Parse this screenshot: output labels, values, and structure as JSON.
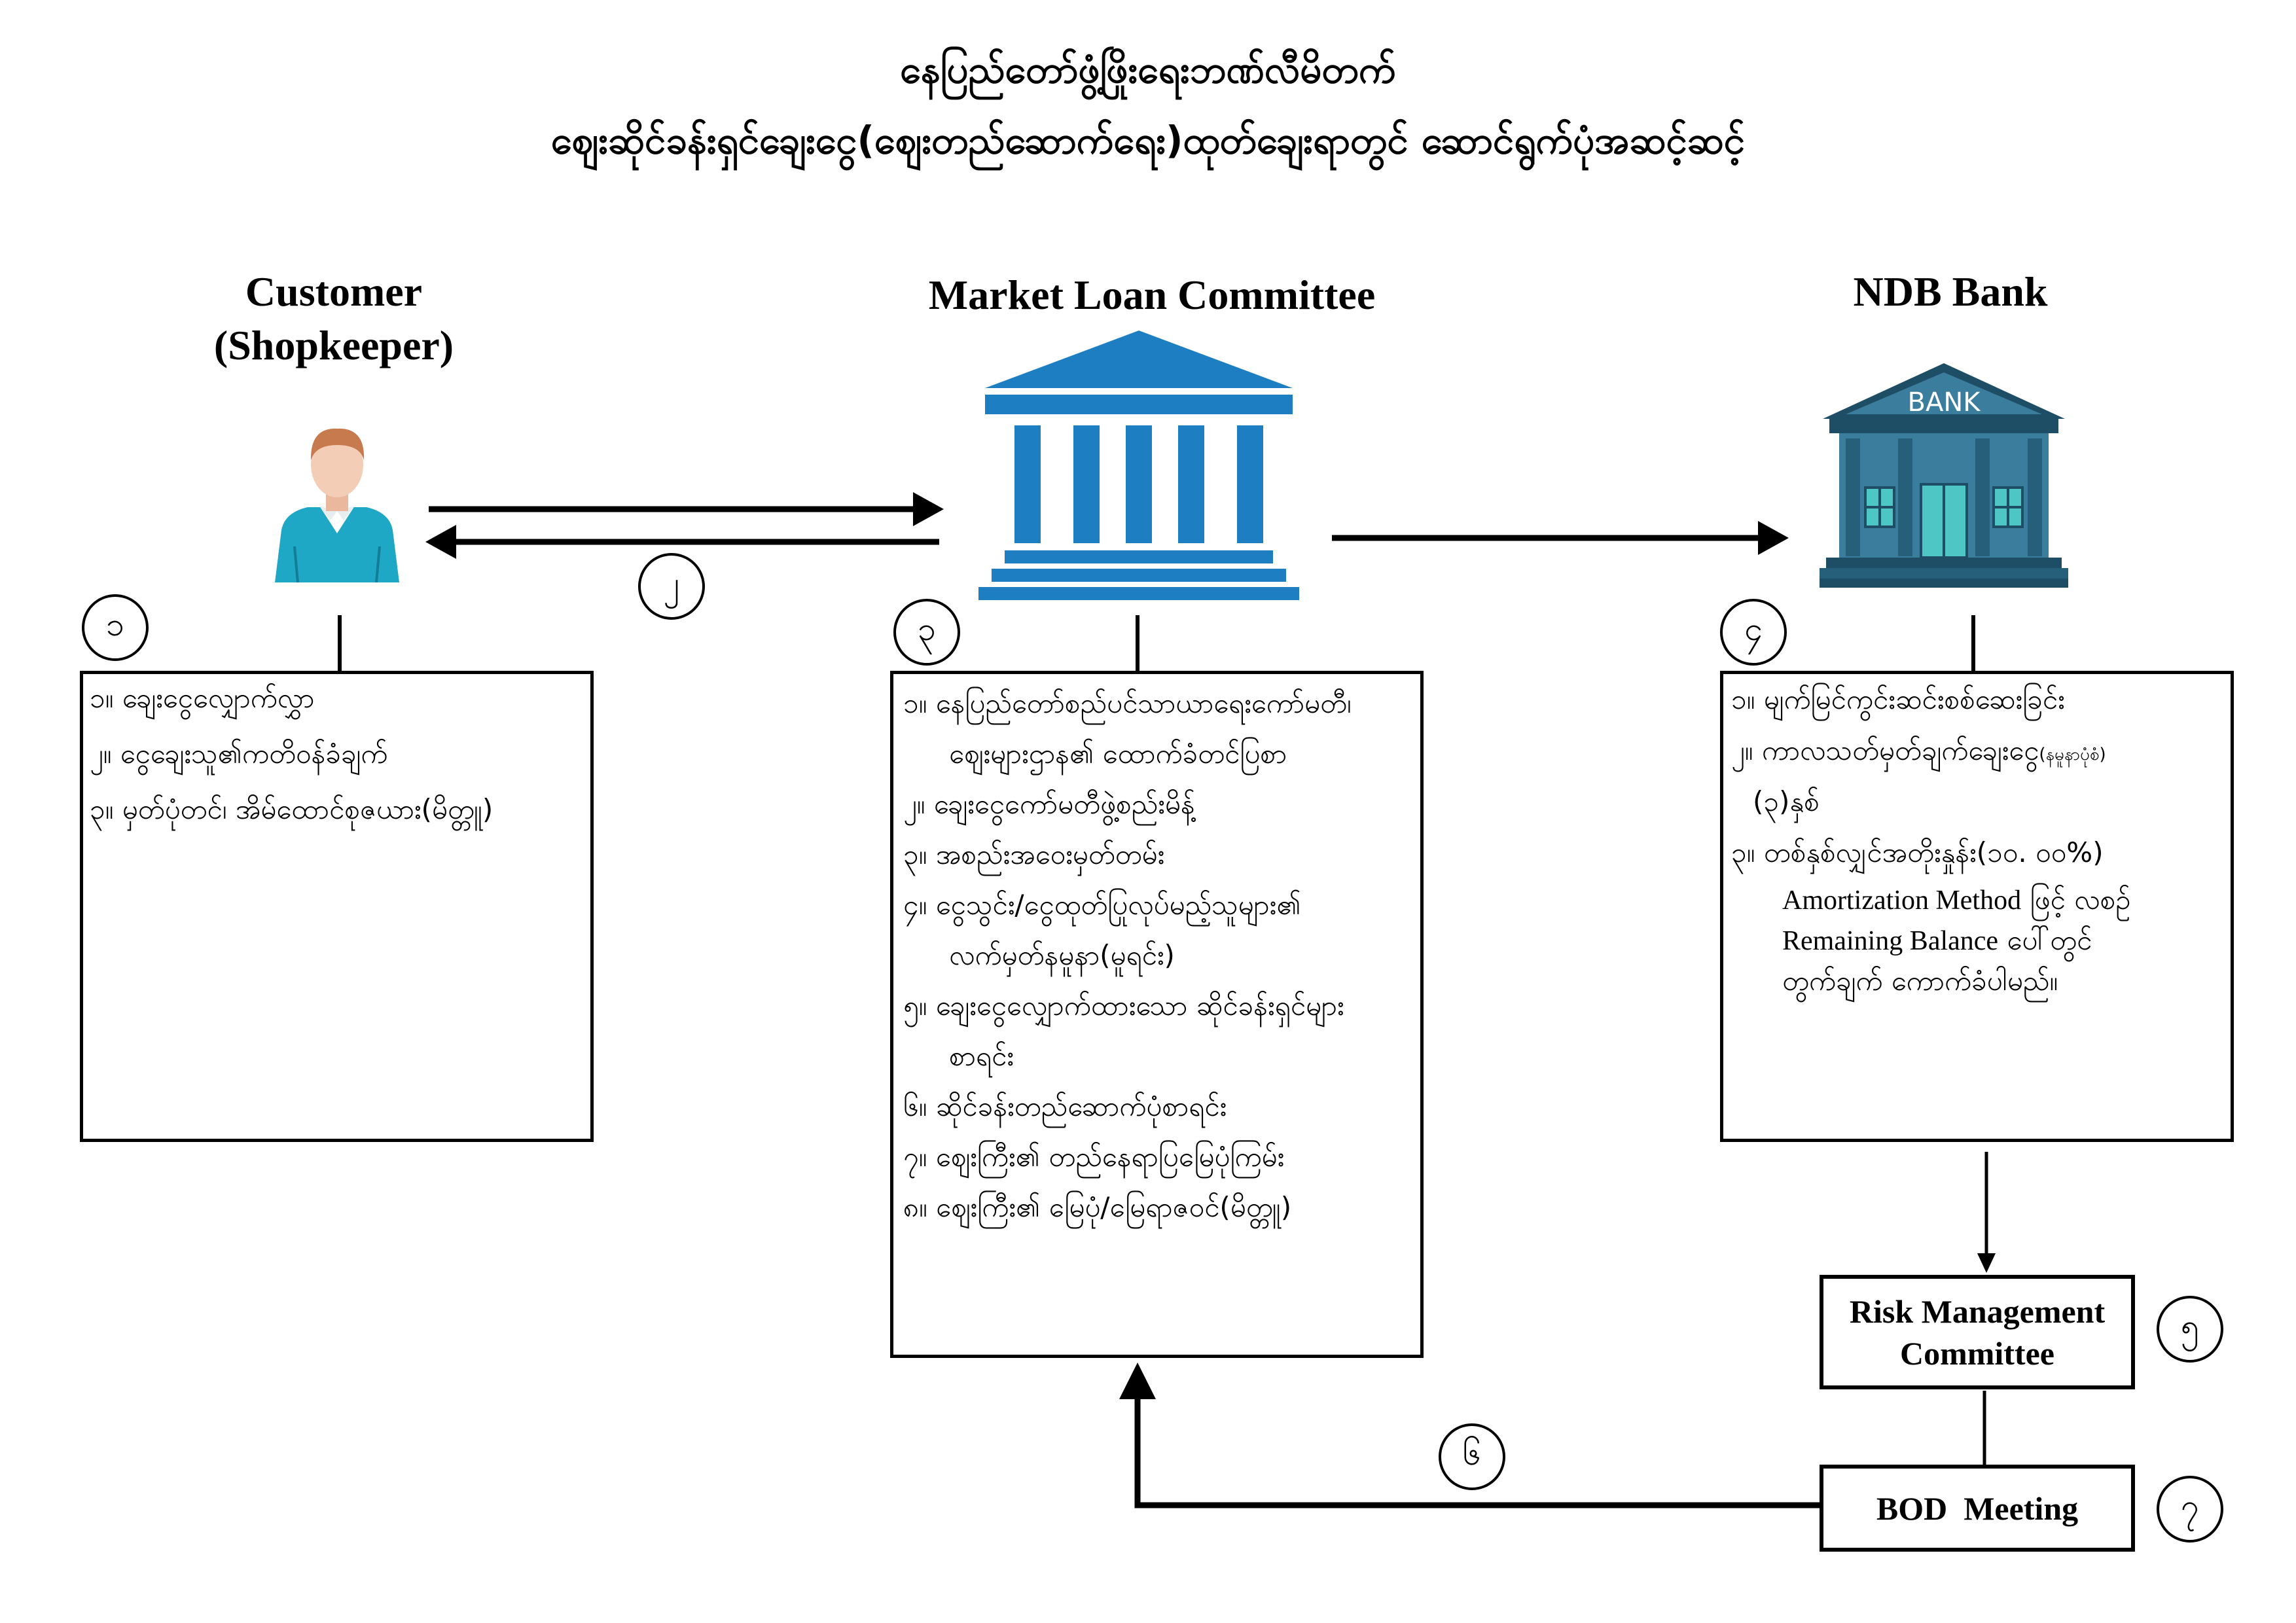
{
  "title": {
    "line1": "နေပြည်တော်ဖွံ့ဖြိုးရေးဘဏ်လီမိတက်",
    "line2": "ဈေးဆိုင်ခန်းရှင်ချေးငွေ(ဈေးတည်ဆောက်ရေး)ထုတ်ချေးရာတွင်  ဆောင်ရွက်ပုံအဆင့်ဆင့်"
  },
  "customer": {
    "heading": [
      "Customer",
      "(Shopkeeper)"
    ]
  },
  "committee": {
    "heading": "Market Loan Committee"
  },
  "bank": {
    "heading": "NDB Bank",
    "sign": "BANK"
  },
  "steps": {
    "s1": "၁",
    "s2": "၂",
    "s3": "၃",
    "s4": "၄",
    "s5": "၅",
    "s6": "၆",
    "s7": "၇"
  },
  "box1": {
    "items": [
      "၁။ ချေးငွေလျှောက်လွှာ",
      "၂။ ငွေချေးသူ၏ကတိဝန်ခံချက်",
      "၃။ မှတ်ပုံတင်၊ အိမ်ထောင်စုဇယား(မိတ္တူ)"
    ]
  },
  "box2": {
    "items": [
      "၁။ နေပြည်တော်စည်ပင်သာယာရေးကော်မတီ၊",
      "ဈေးများဌာန၏ ထောက်ခံတင်ပြစာ",
      "၂။ ချေးငွေကော်မတီဖွဲ့စည်းမိန့်",
      "၃။ အစည်းအဝေးမှတ်တမ်း",
      "၄။ ငွေသွင်း/ငွေထုတ်ပြုလုပ်မည့်သူများ၏",
      "လက်မှတ်နမူနာ(မူရင်း)",
      "၅။ ချေးငွေလျှောက်ထားသော ဆိုင်ခန်းရှင်များ",
      "စာရင်း",
      "၆။ ဆိုင်ခန်းတည်ဆောက်ပုံစာရင်း",
      "၇။ ဈေးကြီး၏ တည်နေရာပြမြေပုံကြမ်း",
      "၈။ ဈေးကြီး၏ မြေပုံ/မြေရာဇဝင်(မိတ္တူ)"
    ]
  },
  "box3": {
    "item1": "၁။ မျက်မြင်ကွင်းဆင်းစစ်ဆေးခြင်း",
    "item2a": "၂။ ကာလသတ်မှတ်ချက်ချေးငွေ",
    "item2note": "(နမူနာပုံစံ)",
    "item2b": "(၃)နှစ်",
    "item3": "၃။ တစ်နှစ်လျှင်အတိုးနှုန်း(၁၀. ၀၀%)",
    "item3b_en": "Amortization Method",
    "item3b_my": "ဖြင့် လစဉ်",
    "item3c_en": "Remaining Balance",
    "item3c_my": "ပေါ်တွင်",
    "item3d": "တွက်ချက် ကောက်ခံပါမည်။"
  },
  "risk": {
    "label": [
      "Risk Management",
      "Committee"
    ]
  },
  "bod": {
    "label": "BOD  Meeting"
  },
  "colors": {
    "person_shirt": "#1fa7c6",
    "person_skin": "#f4cdb7",
    "person_hair": "#c87a4f",
    "building_blue": "#1d7ec2",
    "bank_dark": "#1e4d66",
    "bank_wall": "#3b7d9c",
    "bank_teal": "#4ec6c6"
  }
}
